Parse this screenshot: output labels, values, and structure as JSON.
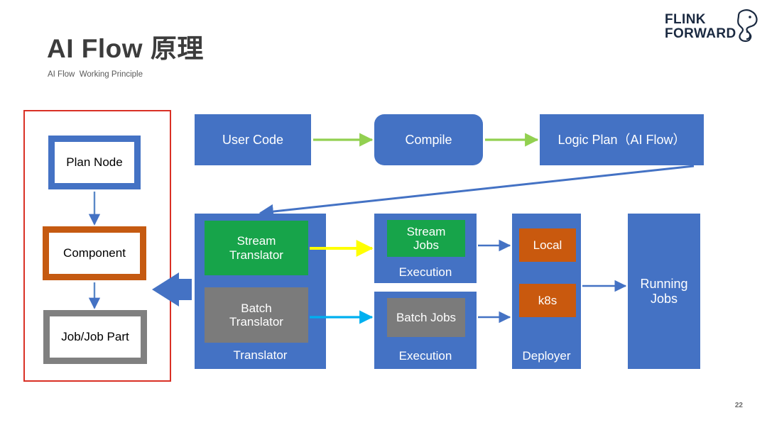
{
  "slide": {
    "title": "AI Flow 原理",
    "subtitle": "AI Flow  Working Principle",
    "page_number": "22"
  },
  "logo": {
    "line1": "FLINK",
    "line2": "FORWARD",
    "icon": "squirrel-icon",
    "color": "#1b2a41"
  },
  "colors": {
    "blue": "#4472C4",
    "green": "#17A44A",
    "gray": "#7B7B7B",
    "orange": "#C9590E",
    "red_frame": "#D93025",
    "arrow_green": "#92D050",
    "arrow_yellow": "#FFFF00",
    "arrow_cyan": "#00B0F0",
    "arrow_blue": "#4472C4"
  },
  "left_panel": {
    "name": "plan-node-detail-frame",
    "boxes": [
      {
        "label": "Plan Node",
        "border": "blue"
      },
      {
        "label": "Component",
        "border": "orange"
      },
      {
        "label": "Job/Job Part",
        "border": "gray"
      }
    ]
  },
  "top_flow": {
    "nodes": [
      {
        "label": "User Code",
        "shape": "rect"
      },
      {
        "label": "Compile",
        "shape": "rounded"
      },
      {
        "label": "Logic Plan（AI Flow）",
        "shape": "rect"
      }
    ]
  },
  "translator": {
    "container_label": "Translator",
    "items": [
      {
        "label": "Stream\nTranslator",
        "fill": "green"
      },
      {
        "label": "Batch\nTranslator",
        "fill": "gray"
      }
    ]
  },
  "execution": [
    {
      "container_label": "Execution",
      "item": {
        "label": "Stream\nJobs",
        "fill": "green"
      }
    },
    {
      "container_label": "Execution",
      "item": {
        "label": "Batch Jobs",
        "fill": "gray"
      }
    }
  ],
  "deployer": {
    "container_label": "Deployer",
    "items": [
      {
        "label": "Local",
        "fill": "orange"
      },
      {
        "label": "k8s",
        "fill": "orange"
      }
    ]
  },
  "running_jobs": {
    "label": "Running\nJobs"
  }
}
